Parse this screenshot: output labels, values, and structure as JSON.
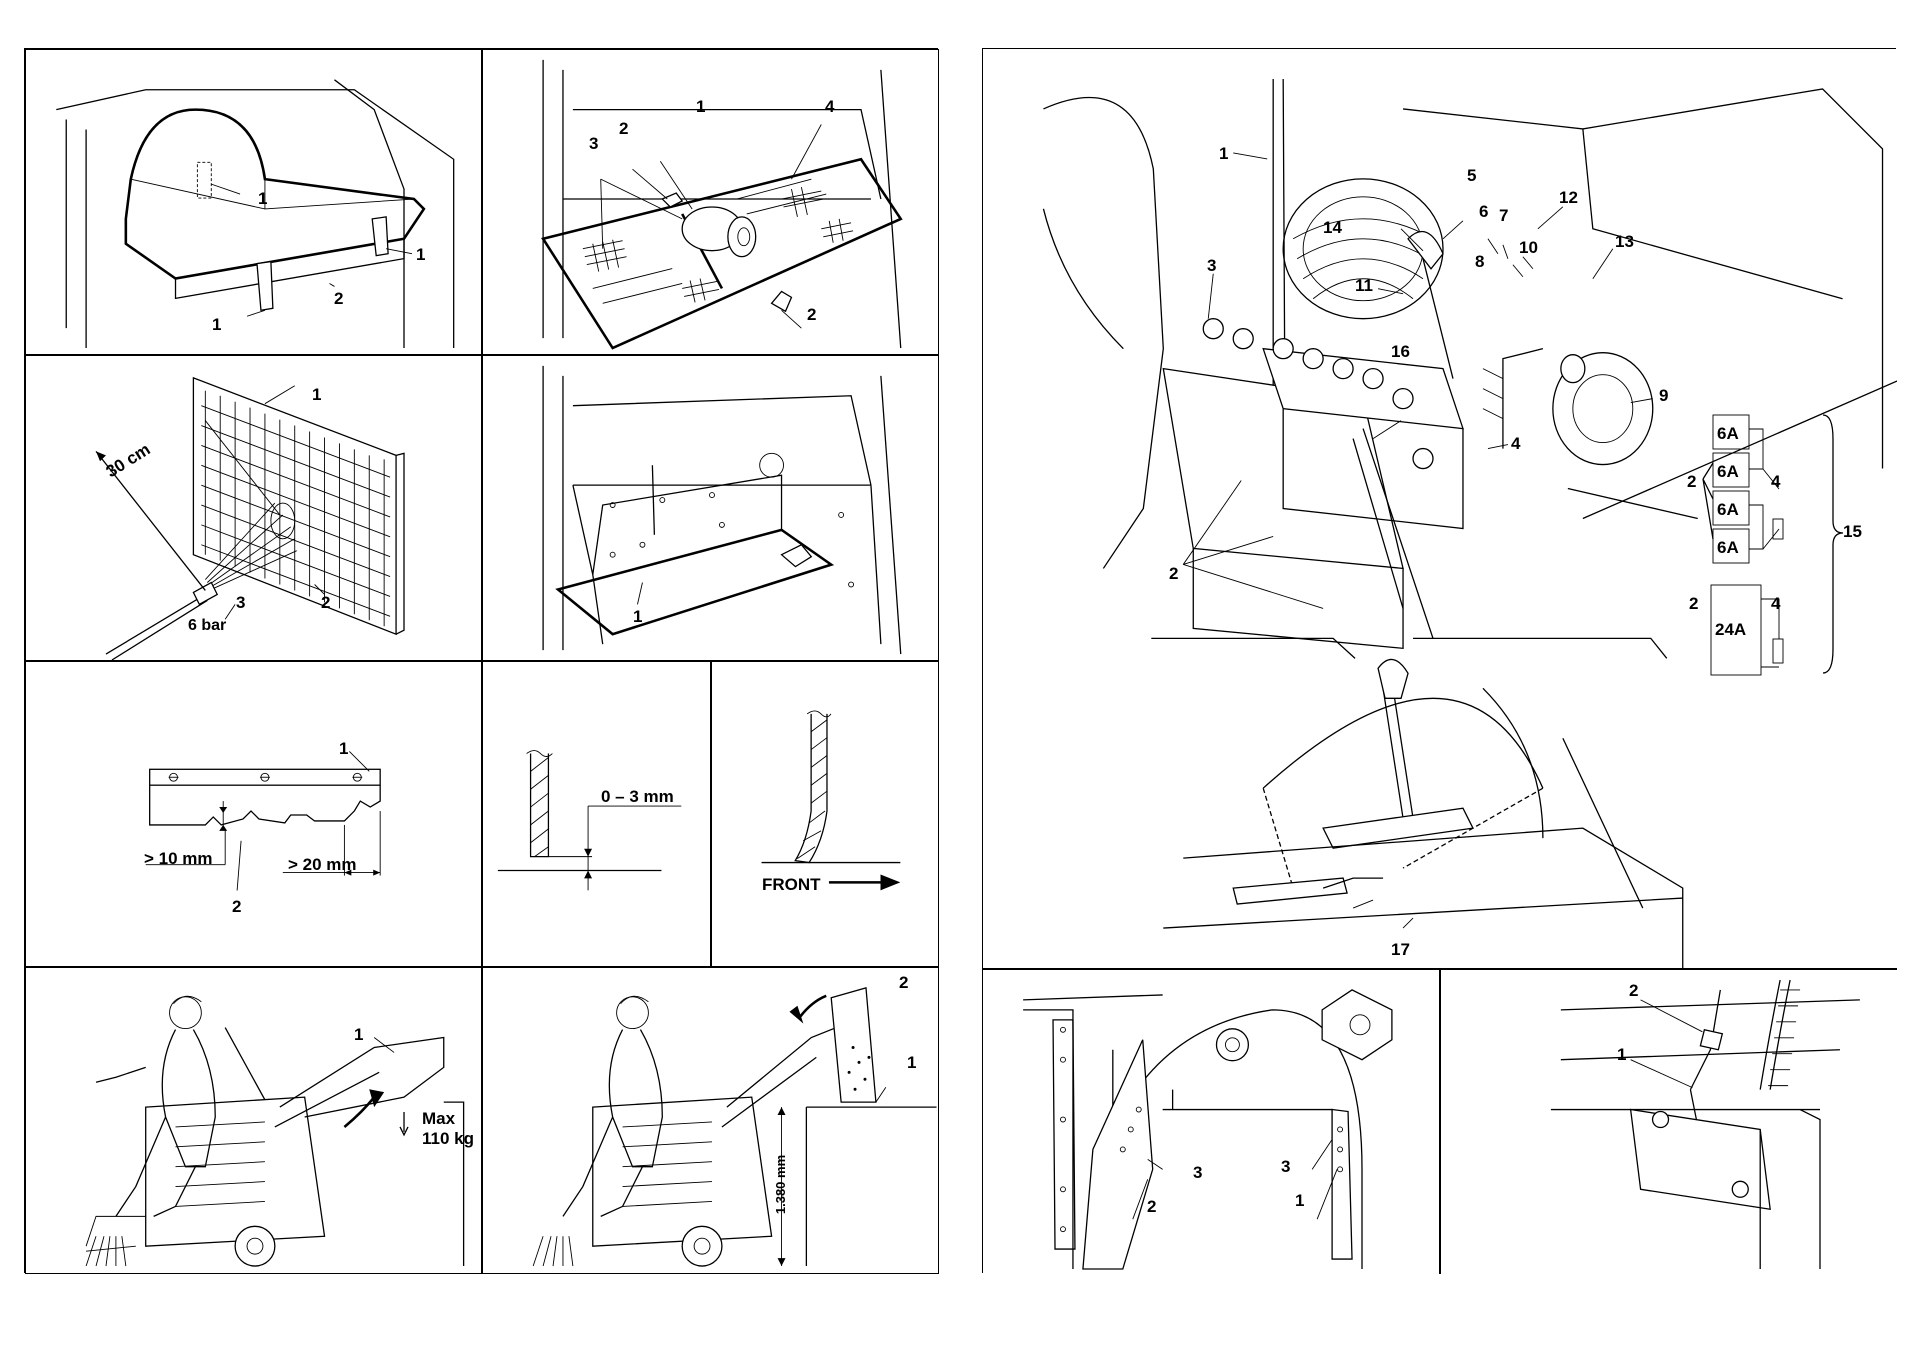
{
  "left_sheet": {
    "panel_seat": {
      "labels": [
        "1",
        "1",
        "1",
        "2"
      ]
    },
    "panel_filter_box": {
      "labels": [
        "1",
        "2",
        "3",
        "4",
        "2"
      ]
    },
    "panel_filter_clean": {
      "labels": [
        "1",
        "30 cm",
        "6 bar",
        "3",
        "2"
      ]
    },
    "panel_filter_tray": {
      "labels": [
        "1"
      ]
    },
    "panel_squeegee": {
      "labels": [
        "1",
        "> 10 mm",
        "> 20 mm",
        "2"
      ]
    },
    "panel_gap": {
      "labels": [
        "0 – 3 mm"
      ]
    },
    "panel_front": {
      "labels": [
        "FRONT"
      ]
    },
    "panel_hopper_lift": {
      "labels": [
        "1",
        "Max",
        "110 kg"
      ]
    },
    "panel_hopper_dump": {
      "labels": [
        "2",
        "1",
        "1.380 mm"
      ]
    }
  },
  "right_sheet": {
    "panel_engine": {
      "labels": [
        "1",
        "2",
        "3",
        "4",
        "5",
        "6",
        "7",
        "8",
        "9",
        "10",
        "11",
        "12",
        "13",
        "14",
        "16",
        "17"
      ],
      "fuse_box": {
        "fuses": [
          "6A",
          "6A",
          "6A",
          "6A"
        ],
        "main_fuse": "24A",
        "labels": [
          "2",
          "4",
          "2",
          "4",
          "15"
        ]
      }
    },
    "panel_side_flap": {
      "labels": [
        "2",
        "3",
        "3",
        "1"
      ]
    },
    "panel_cable": {
      "labels": [
        "2",
        "1"
      ]
    }
  }
}
